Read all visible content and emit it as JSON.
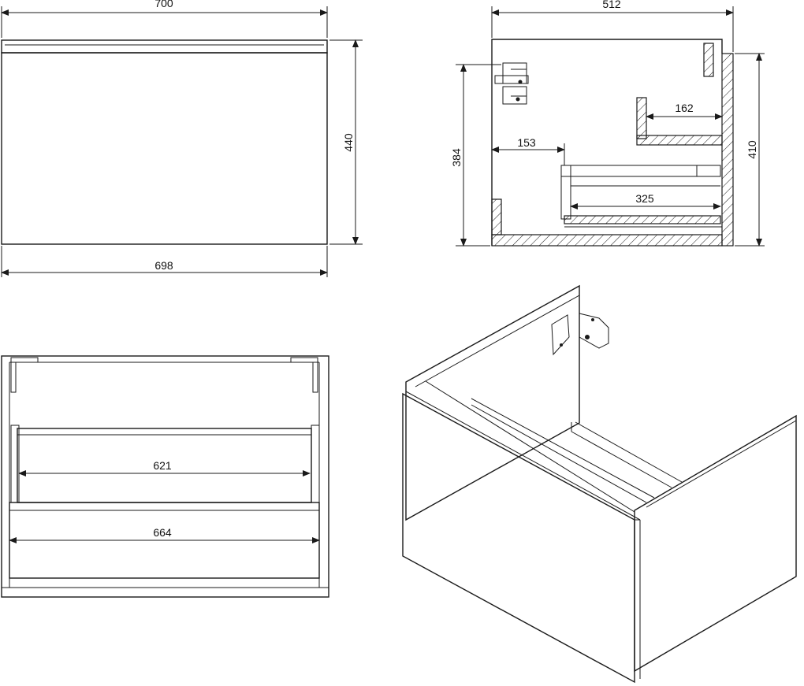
{
  "dimensions": {
    "top_width": "700",
    "bottom_width": "698",
    "front_height": "440",
    "side_depth": "512",
    "side_height_left": "384",
    "side_height_right": "410",
    "upper_depth": "162",
    "lower_offset": "153",
    "drawer_depth": "325",
    "inner_upper_width": "621",
    "inner_lower_width": "664"
  },
  "views": [
    "front-view",
    "side-section-view",
    "top-open-view",
    "isometric-view"
  ]
}
